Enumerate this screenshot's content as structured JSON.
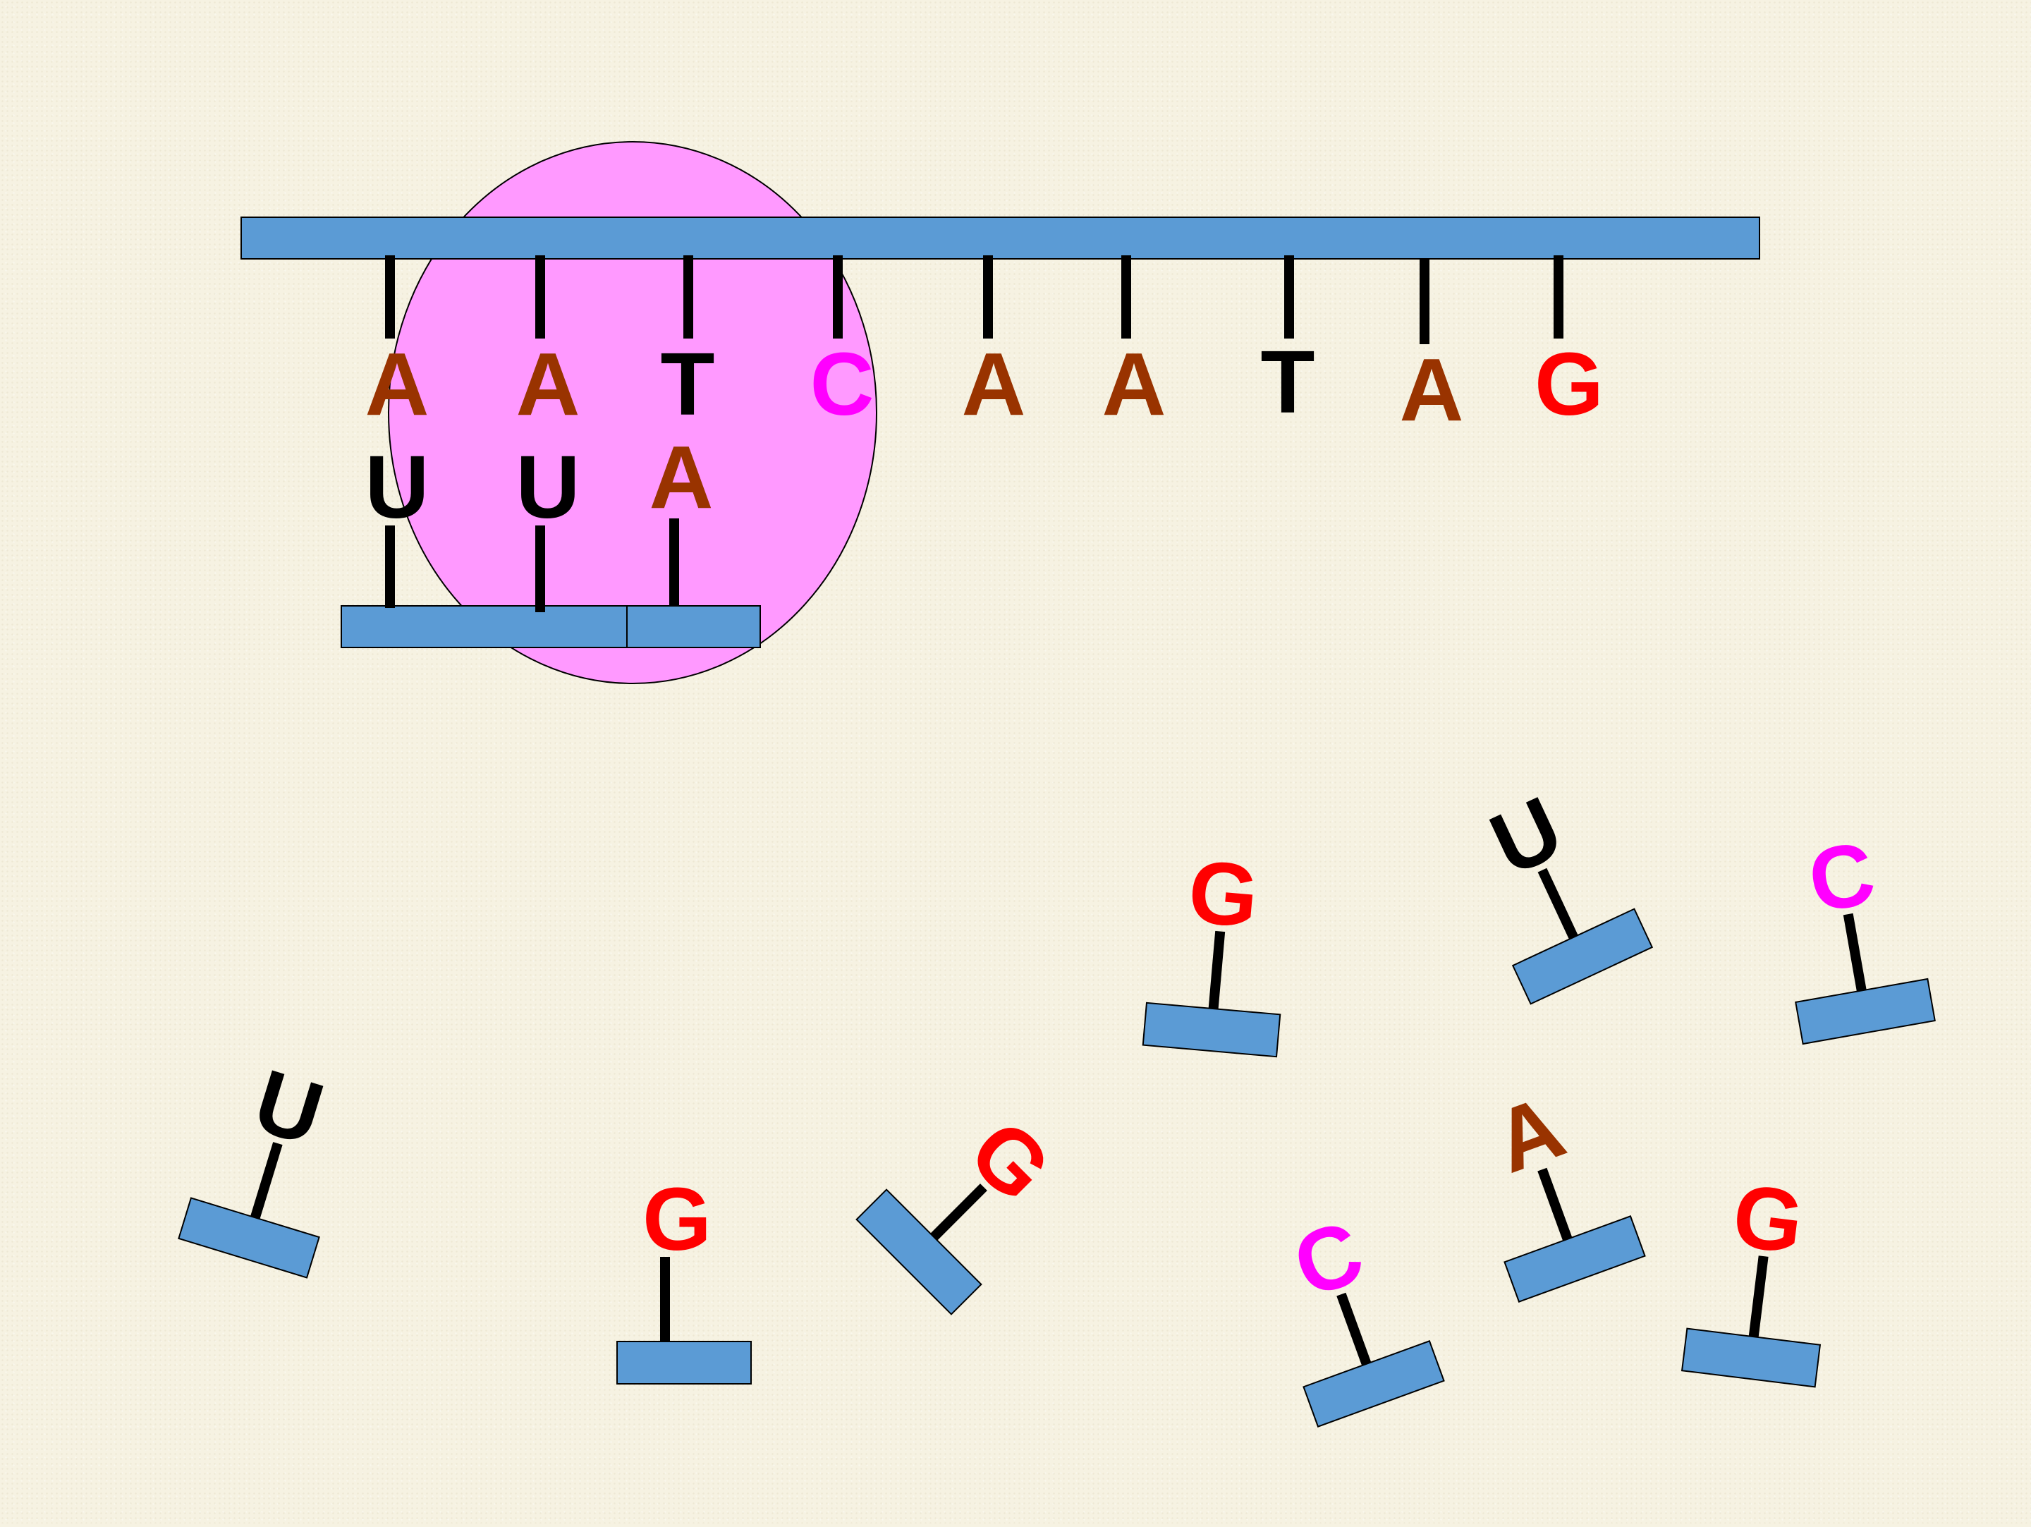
{
  "colors": {
    "background": "#f6f2e2",
    "backbone": "#5b9bd5",
    "polymerase": "#ff99ff",
    "A": "#993300",
    "T": "#000000",
    "U": "#000000",
    "C": "#ff00ff",
    "G": "#ff0000",
    "stick": "#000000"
  },
  "dna_template": {
    "bases": [
      "A",
      "A",
      "T",
      "C",
      "A",
      "A",
      "T",
      "A",
      "G"
    ]
  },
  "rna_strand": {
    "bases": [
      "U",
      "U",
      "A"
    ]
  },
  "free_nucleotides": {
    "bases": [
      "G",
      "U",
      "C",
      "U",
      "G",
      "G",
      "A",
      "C",
      "G"
    ]
  }
}
